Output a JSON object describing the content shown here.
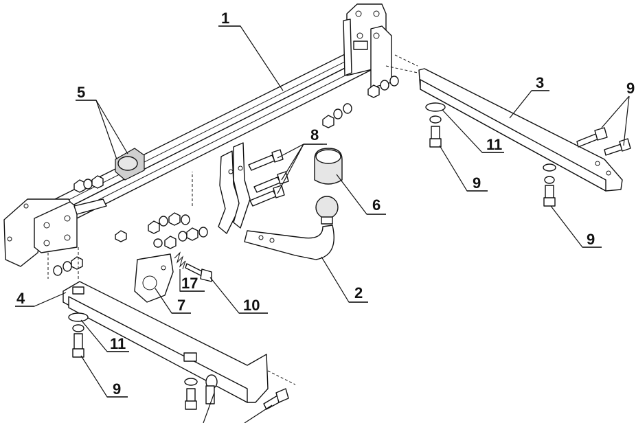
{
  "callouts": {
    "c1": "1",
    "c2": "2",
    "c3": "3",
    "c4": "4",
    "c5": "5",
    "c6": "6",
    "c7": "7",
    "c8": "8",
    "c9a": "9",
    "c9b": "9",
    "c9c": "9",
    "c9d": "9",
    "c10": "10",
    "c11a": "11",
    "c11b": "11",
    "c17": "17"
  }
}
